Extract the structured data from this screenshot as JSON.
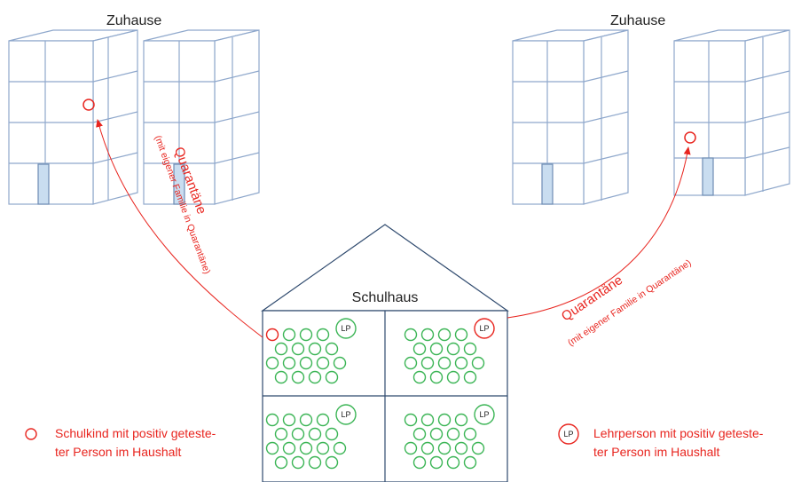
{
  "labels": {
    "home_left": "Zuhause",
    "home_right": "Zuhause",
    "school": "Schulhaus",
    "quarantine_left_title": "Quarantäne",
    "quarantine_left_sub": "(mit eigener Familie in Quarantäne)",
    "quarantine_right_title": "Quarantäne",
    "quarantine_right_sub": "(mit eigener Familie in Quarantäne)",
    "lp_badge": "LP"
  },
  "legend": {
    "child_line1": "Schulkind mit positiv geteste-",
    "child_line2": "ter Person im Haushalt",
    "teacher_badge": "LP",
    "teacher_line1": "Lehrperson mit positiv geteste-",
    "teacher_line2": "ter Person im Haushalt"
  },
  "colors": {
    "building_stroke": "#8fa8cc",
    "door_fill": "#c9ddf0",
    "school_stroke": "#2f4a6e",
    "student": "#3cb556",
    "highlight": "#e8251f"
  }
}
